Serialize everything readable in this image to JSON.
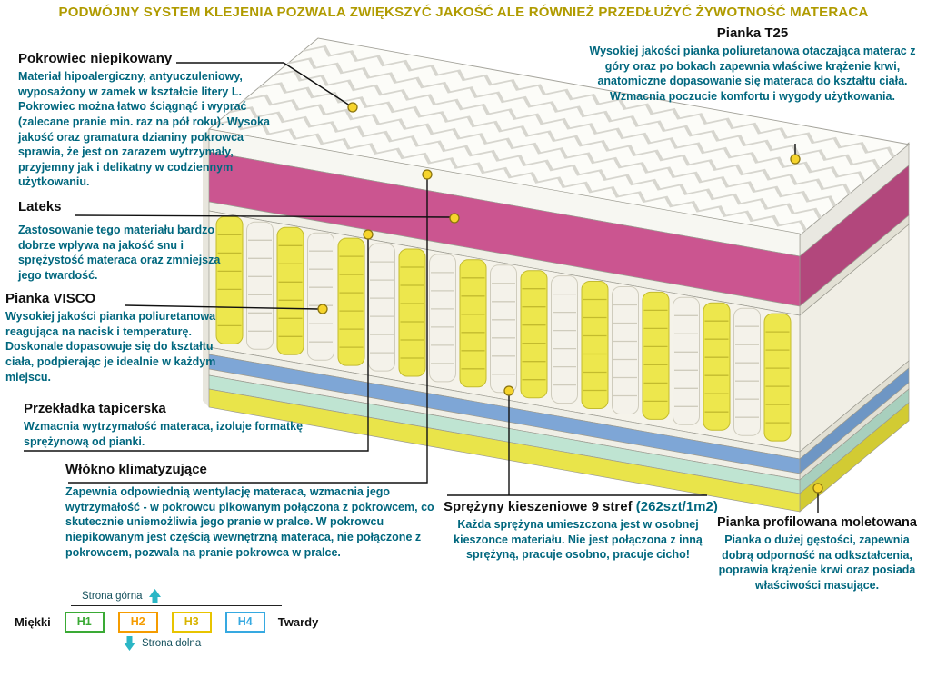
{
  "header": {
    "title": "PODWÓJNY SYSTEM KLEJENIA POZWALA ZWIĘKSZYĆ JAKOŚĆ ALE RÓWNIEŻ PRZEDŁUŻYĆ ŻYWOTNOŚĆ MATERACA"
  },
  "annotations": {
    "left": [
      {
        "heading": "Pokrowiec niepikowany",
        "body": "Materiał hipoalergiczny, antyuczuleniowy, wyposażony w zamek w kształcie litery L. Pokrowiec można łatwo ściągnąć i wyprać (zalecane pranie min. raz na pół roku). Wysoka jakość oraz gramatura dzianiny pokrowca sprawia, że jest on zarazem wytrzymały, przyjemny jak i delikatny w codziennym użytkowaniu."
      },
      {
        "heading": "Lateks",
        "body": "Zastosowanie tego materiału bardzo dobrze wpływa na jakość snu i sprężystość materaca oraz zmniejsza jego twardość."
      },
      {
        "heading": "Pianka VISCO",
        "body": "Wysokiej jakości pianka poliuretanowa reagująca na nacisk i temperaturę. Doskonale dopasowuje się do kształtu ciała, podpierając je idealnie w każdym miejscu."
      },
      {
        "heading": "Przekładka tapicerska",
        "body": "Wzmacnia wytrzymałość materaca, izoluje formatkę sprężynową od pianki."
      },
      {
        "heading": "Włókno klimatyzujące",
        "body": "Zapewnia odpowiednią wentylację materaca, wzmacnia jego wytrzymałość - w pokrowcu pikowanym połączona z pokrowcem, co skutecznie uniemożliwia jego pranie w pralce. W pokrowcu niepikowanym jest częścią wewnętrzną materaca, nie połączone z pokrowcem, pozwala na pranie pokrowca w pralce."
      }
    ],
    "right": [
      {
        "heading": "Pianka T25",
        "body": "Wysokiej jakości pianka poliuretanowa otaczająca materac z góry oraz po bokach zapewnia właściwe krążenie krwi, anatomiczne dopasowanie się materaca do kształtu ciała. Wzmacnia poczucie komfortu i wygody użytkowania."
      },
      {
        "heading": "Sprężyny kieszeniowe 9 stref",
        "heading_suffix": "(262szt/1m2)",
        "body": "Każda sprężyna umieszczona jest w osobnej kieszonce materiału. Nie jest połączona z inną sprężyną, pracuje osobno, pracuje cicho!"
      },
      {
        "heading": "Pianka profilowana moletowana",
        "body": "Pianka o dużej gęstości, zapewnia dobrą odporność na odkształcenia, poprawia krążenie krwi oraz posiada właściwości masujące."
      }
    ]
  },
  "hardness_scale": {
    "top_side_label": "Strona górna",
    "bottom_side_label": "Strona dolna",
    "soft_label": "Miękki",
    "hard_label": "Twardy",
    "levels": [
      {
        "label": "H1",
        "color": "#3aaa35"
      },
      {
        "label": "H2",
        "color": "#f59c00"
      },
      {
        "label": "H3",
        "color": "#e8c400"
      },
      {
        "label": "H4",
        "color": "#36a9e1"
      }
    ]
  },
  "colors": {
    "title_gold": "#b09b00",
    "body_teal": "#00677e",
    "marker_yellow": "#f6d42c",
    "foam_pink": "#cb5590",
    "spring_yellow": "#ede74d",
    "layer_blue": "#7ea6d6",
    "layer_mint": "#bfe4d2",
    "layer_bottom_yellow": "#e9e44a",
    "arrow_teal": "#2bb6c5"
  }
}
